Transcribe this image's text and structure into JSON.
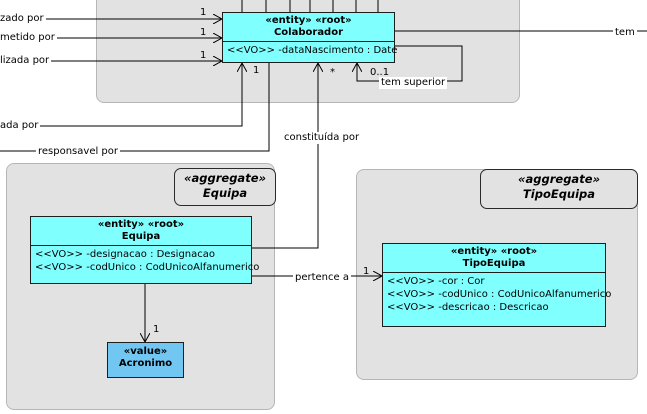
{
  "top_classes": {
    "colaborador": {
      "stereotype": "«entity» «root»",
      "name": "Colaborador",
      "attributes": [
        "<<VO>> -dataNascimento : Date"
      ]
    }
  },
  "aggregates": {
    "equipa": {
      "title_stereo": "«aggregate»",
      "title_name": "Equipa",
      "entity": {
        "stereotype": "«entity» «root»",
        "name": "Equipa",
        "attributes": [
          "<<VO>> -designacao : Designacao",
          "<<VO>> -codUnico : CodUnicoAlfanumerico"
        ]
      },
      "value": {
        "stereotype": "«value»",
        "name": "Acronimo"
      }
    },
    "tipo_equipa": {
      "title_stereo": "«aggregate»",
      "title_name": "TipoEquipa",
      "entity": {
        "stereotype": "«entity» «root»",
        "name": "TipoEquipa",
        "attributes": [
          "<<VO>> -cor : Cor",
          "<<VO>> -codUnico : CodUnicoAlfanumerico",
          "<<VO>> -descricao : Descricao"
        ]
      }
    }
  },
  "associations": {
    "realizado_por": "zado por",
    "submetido_por": "metido por",
    "utilizada_por": "lizada por",
    "ada_por": "ada por",
    "responsavel_por": "responsavel por",
    "constituida_por": "constituída por",
    "pertence_a": "pertence a",
    "tem": "tem",
    "tem_superior": "tem superior"
  },
  "multiplicities": {
    "m1": "1",
    "m2": "1",
    "m3": "1",
    "m4": "1",
    "star": "*",
    "zero_one": "0..1",
    "acronimo": "1",
    "pertence": "1"
  }
}
